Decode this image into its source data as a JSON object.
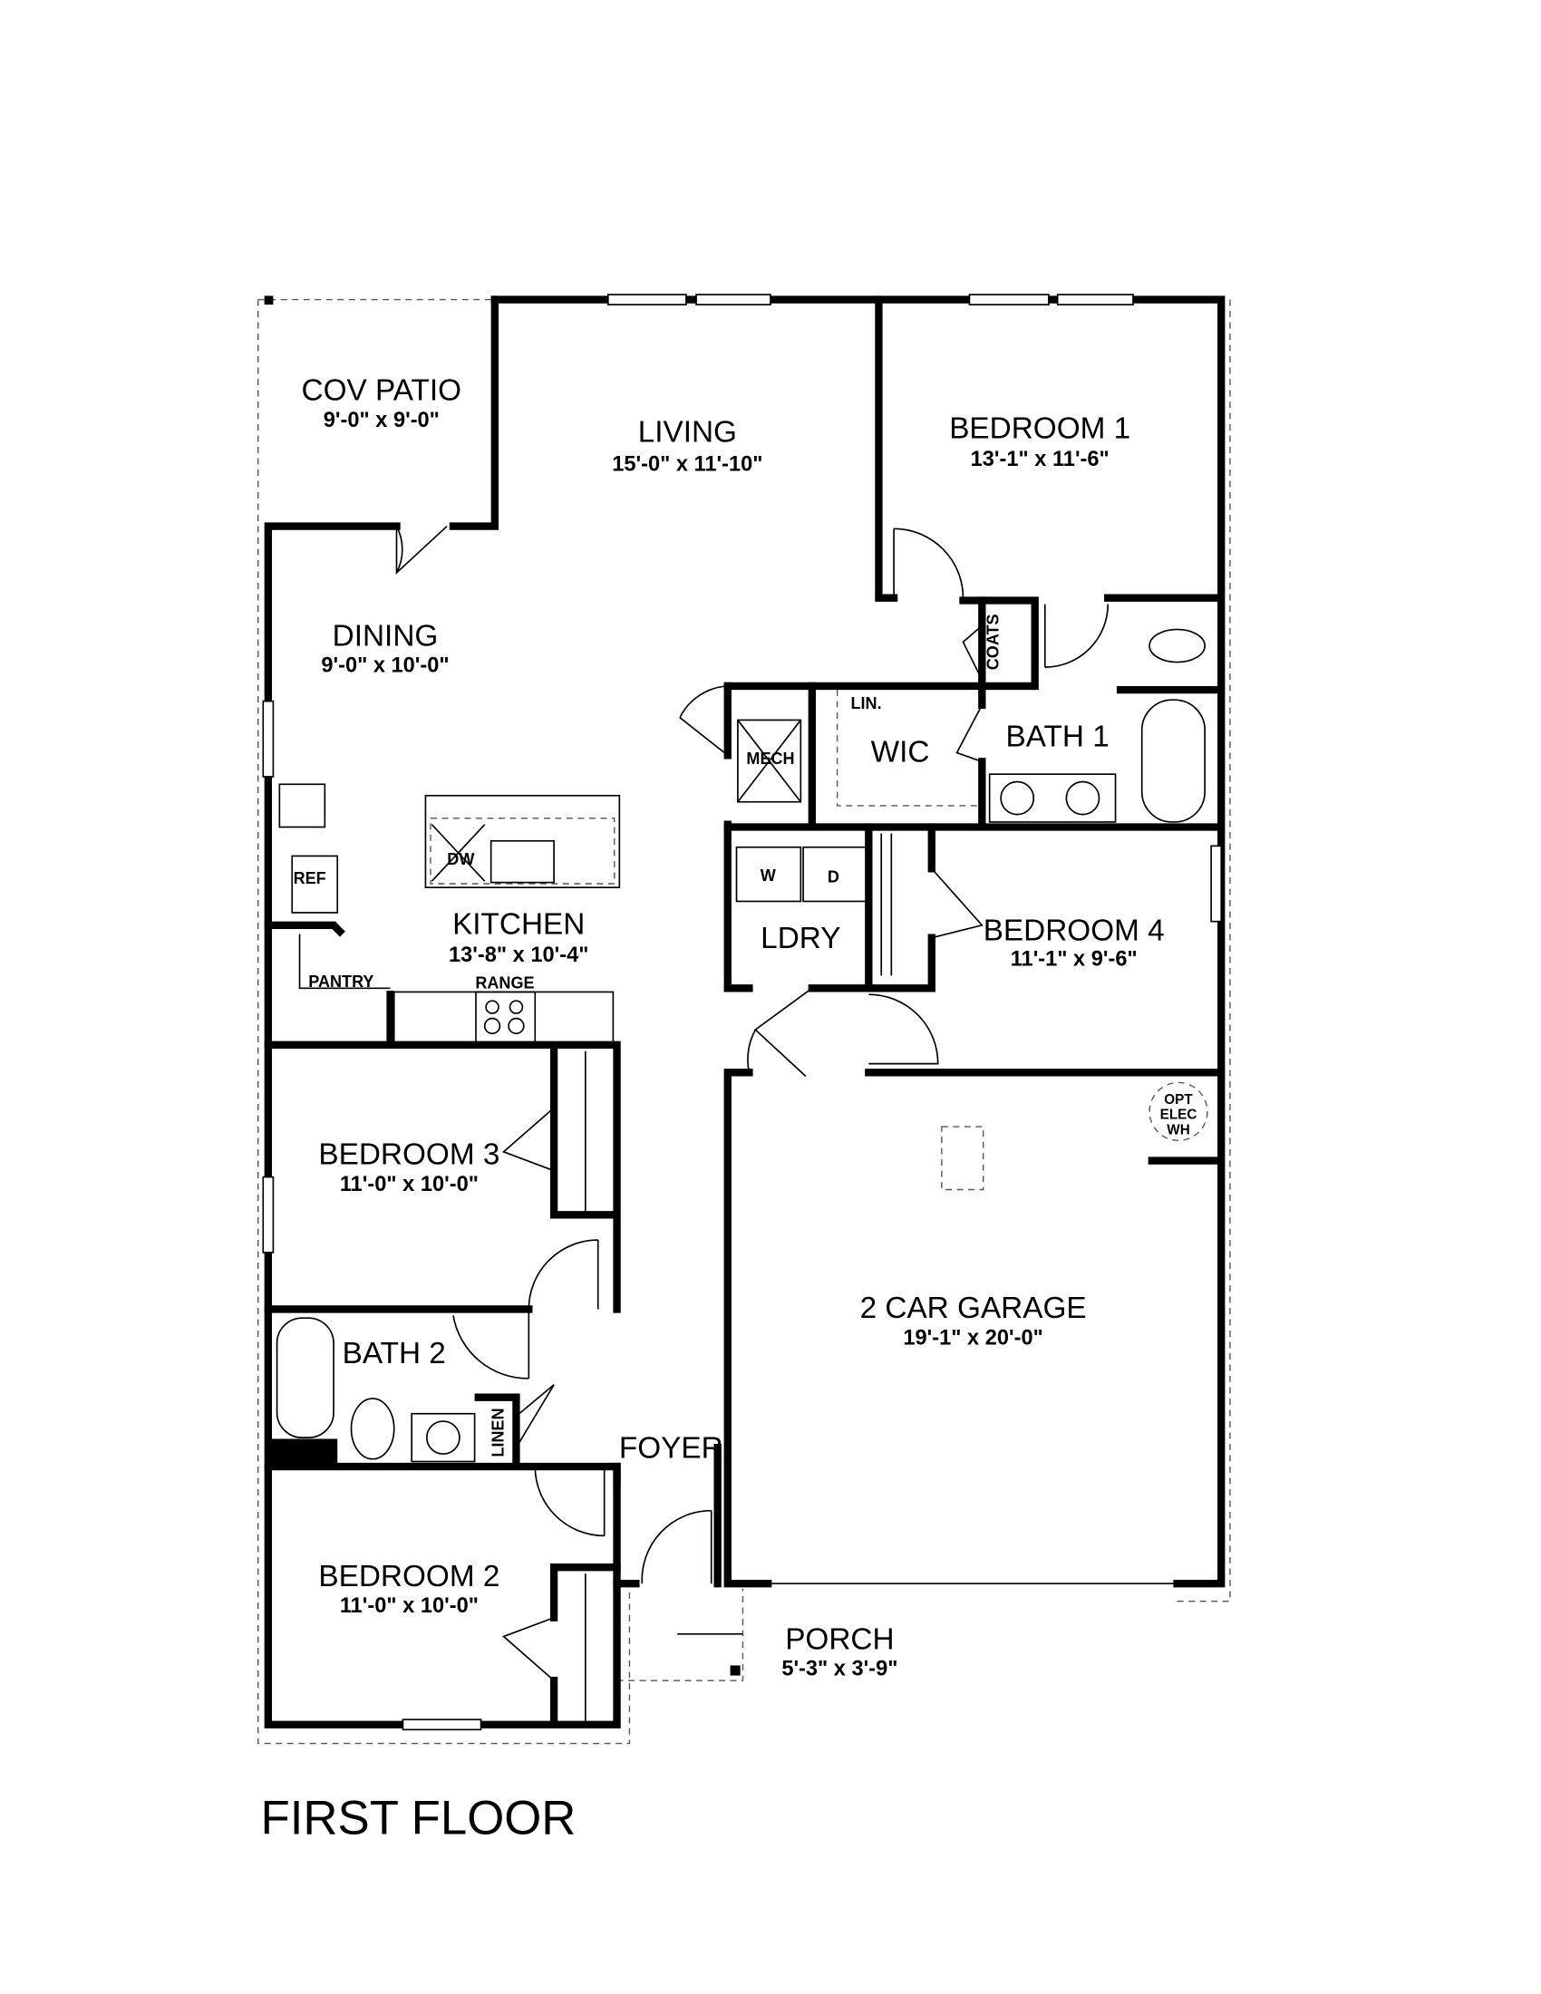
{
  "title": "FIRST FLOOR",
  "rooms": {
    "cov_patio": {
      "name": "COV PATIO",
      "size": "9'-0\" x 9'-0\""
    },
    "living": {
      "name": "LIVING",
      "size": "15'-0\" x 11'-10\""
    },
    "bedroom1": {
      "name": "BEDROOM 1",
      "size": "13'-1\" x 11'-6\""
    },
    "dining": {
      "name": "DINING",
      "size": "9'-0\" x 10'-0\""
    },
    "kitchen": {
      "name": "KITCHEN",
      "size": "13'-8\" x 10'-4\""
    },
    "bedroom4": {
      "name": "BEDROOM 4",
      "size": "11'-1\" x 9'-6\""
    },
    "bedroom3": {
      "name": "BEDROOM 3",
      "size": "11'-0\" x 10'-0\""
    },
    "bedroom2": {
      "name": "BEDROOM 2",
      "size": "11'-0\" x 10'-0\""
    },
    "garage": {
      "name": "2 CAR GARAGE",
      "size": "19'-1\" x 20'-0\""
    },
    "porch": {
      "name": "PORCH",
      "size": "5'-3\" x 3'-9\""
    },
    "bath1": {
      "name": "BATH 1"
    },
    "bath2": {
      "name": "BATH 2"
    },
    "wic": {
      "name": "WIC"
    },
    "ldry": {
      "name": "LDRY"
    },
    "foyer": {
      "name": "FOYER"
    }
  },
  "fixtures": {
    "mech": "MECH",
    "lin": "LIN.",
    "coats": "COATS",
    "dw": "DW",
    "ref": "REF",
    "range": "RANGE",
    "pantry": "PANTRY",
    "washer": "W",
    "dryer": "D",
    "linen": "LINEN",
    "wh_1": "OPT",
    "wh_2": "ELEC",
    "wh_3": "WH"
  }
}
